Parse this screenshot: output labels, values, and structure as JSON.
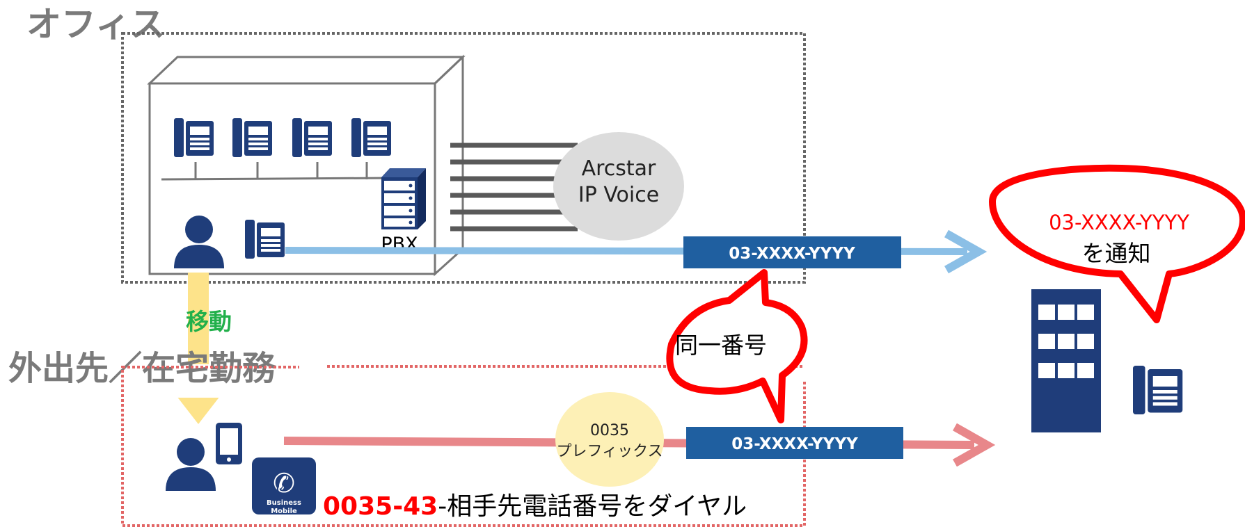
{
  "office": {
    "title": "オフィス",
    "pbx_label": "PBX",
    "cloud_line1": "Arcstar",
    "cloud_line2": "IP Voice",
    "number_label": "03-XXXX-YYYY"
  },
  "move_label": "移動",
  "remote": {
    "title": "外出先／在宅勤務",
    "prefix_line1": "0035",
    "prefix_line2": "プレフィックス",
    "number_label": "03-XXXX-YYYY",
    "app_line1": "Business",
    "app_line2": "Mobile",
    "dial_prefix": "0035-43",
    "dial_rest": "-相手先電話番号をダイヤル"
  },
  "same_number_label": "同一番号",
  "notify": {
    "number": "03-XXXX-YYYY",
    "text": "を通知"
  },
  "colors": {
    "navy": "#1f3d7a",
    "blue_bar": "#1f5fa0",
    "red": "#ff0000",
    "green": "#22b04b",
    "yellow": "#fde38a",
    "light_blue_line": "#8bbfe6",
    "pink_line": "#e8878a",
    "gray_text": "#7a7a7a"
  },
  "icons": [
    "desk-phone-icon",
    "person-icon",
    "server-icon",
    "building-icon",
    "smartphone-icon",
    "phone-handset-icon"
  ]
}
